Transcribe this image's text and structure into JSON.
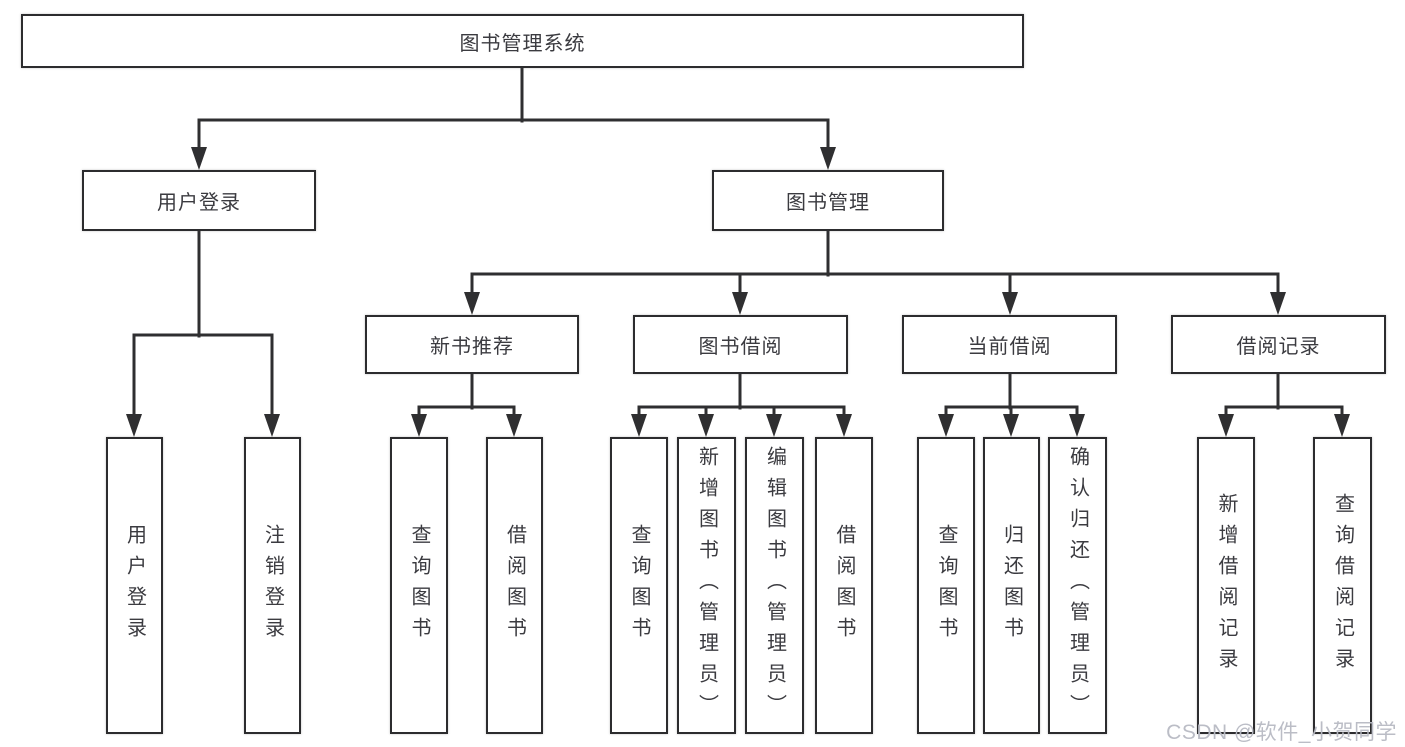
{
  "diagram": {
    "type": "functional-structure-tree",
    "colors": {
      "line": "#2f2f31",
      "box_border": "#2c2c2e",
      "box_fill": "#ffffff",
      "text": "#3b3b40",
      "watermark": "#b7b9c3",
      "background": "#ffffff"
    },
    "tree": {
      "label": "图书管理系统",
      "children": [
        {
          "label": "用户登录",
          "children": [
            {
              "label": "用户登录"
            },
            {
              "label": "注销登录"
            }
          ]
        },
        {
          "label": "图书管理",
          "children": [
            {
              "label": "新书推荐",
              "children": [
                {
                  "label": "查询图书"
                },
                {
                  "label": "借阅图书"
                }
              ]
            },
            {
              "label": "图书借阅",
              "children": [
                {
                  "label": "查询图书"
                },
                {
                  "label": "新增图书（管理员）"
                },
                {
                  "label": "编辑图书（管理员）"
                },
                {
                  "label": "借阅图书"
                }
              ]
            },
            {
              "label": "当前借阅",
              "children": [
                {
                  "label": "查询图书"
                },
                {
                  "label": "归还图书"
                },
                {
                  "label": "确认归还（管理员）"
                }
              ]
            },
            {
              "label": "借阅记录",
              "children": [
                {
                  "label": "新增借阅记录"
                },
                {
                  "label": "查询借阅记录"
                }
              ]
            }
          ]
        }
      ]
    },
    "watermark": "CSDN @软件_小贺同学"
  }
}
